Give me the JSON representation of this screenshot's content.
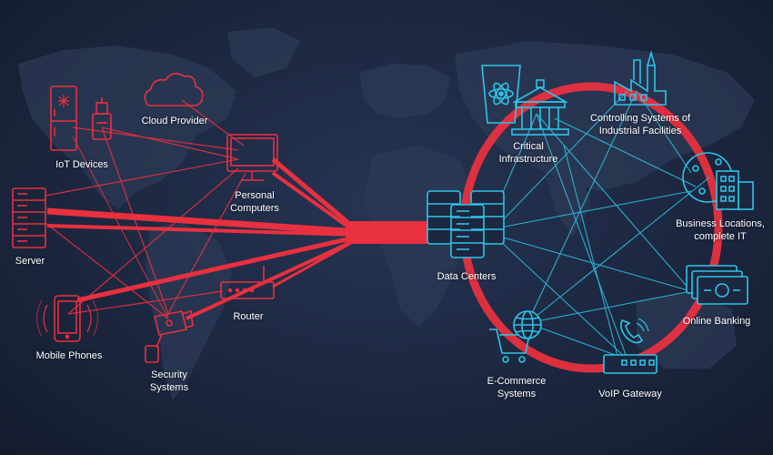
{
  "colors": {
    "background": "#1c2740",
    "map": "#2c3a55",
    "red": "#e8303f",
    "cyan": "#2ec4e6",
    "text": "#ffffff"
  },
  "left_nodes": {
    "cloud_provider": "Cloud Provider",
    "iot_devices": "IoT Devices",
    "personal_computers_1": "Personal",
    "personal_computers_2": "Computers",
    "server": "Server",
    "router": "Router",
    "mobile_phones": "Mobile Phones",
    "security_systems_1": "Security",
    "security_systems_2": "Systems"
  },
  "right_nodes": {
    "critical_infrastructure_1": "Critical",
    "critical_infrastructure_2": "Infrastructure",
    "controlling_systems_1": "Controlling Systems of",
    "controlling_systems_2": "Industrial Facilities",
    "business_locations_1": "Business Locations,",
    "business_locations_2": "complete IT",
    "data_centers": "Data Centers",
    "online_banking": "Online Banking",
    "ecommerce_1": "E-Commerce",
    "ecommerce_2": "Systems",
    "voip_gateway": "VoIP Gateway"
  }
}
